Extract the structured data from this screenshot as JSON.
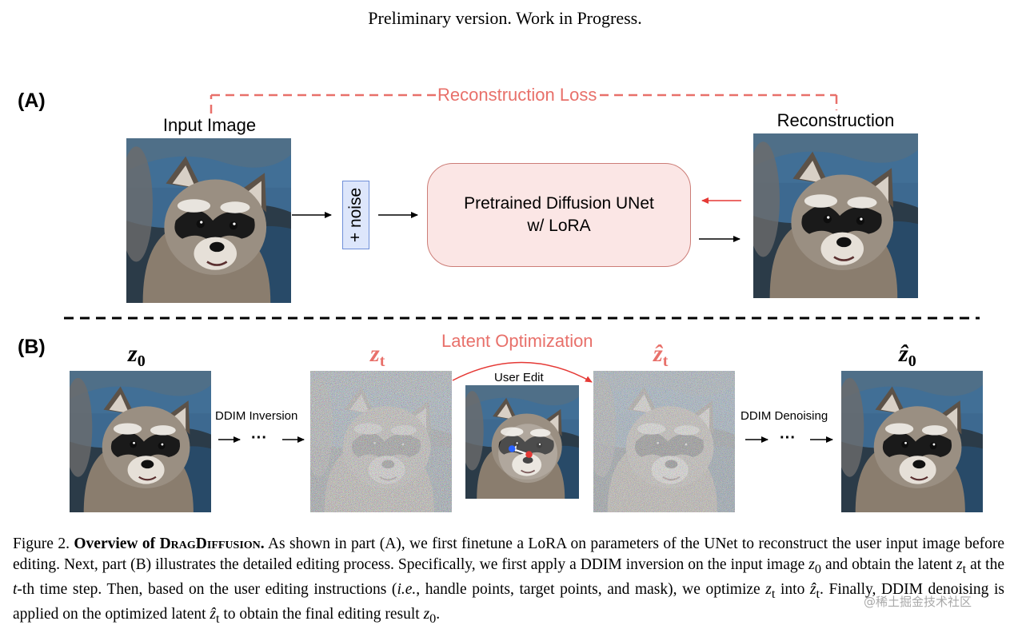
{
  "header_note": "Preliminary version. Work in Progress.",
  "part_a": {
    "label": "(A)",
    "input_label": "Input Image",
    "reconstruction_label": "Reconstruction",
    "loss_label": "Reconstruction Loss",
    "noise_label": "+ noise",
    "unet_line1": "Pretrained Diffusion UNet",
    "unet_line2": "w/ LoRA"
  },
  "part_b": {
    "label": "(B)",
    "optimization_label": "Latent Optimization",
    "user_edit_label": "User Edit",
    "inversion_label": "DDIM Inversion",
    "denoising_label": "DDIM Denoising",
    "ellipsis": "···",
    "z0_symbol": "z",
    "z0_sub": "0",
    "zt_symbol": "z",
    "zt_sub": "t",
    "zt_hat_symbol": "ẑ",
    "zt_hat_sub": "t",
    "z0_hat_symbol": "ẑ",
    "z0_hat_sub": "0"
  },
  "caption": {
    "figure_num": "Figure 2.",
    "title_bold": "Overview of",
    "title_smallcaps": "DragDiffusion",
    "title_end": ".",
    "t1": " As shown in part (A), we first finetune a LoRA on parameters of the UNet to reconstruct the user input image before editing. Next, part (B) illustrates the detailed editing process. Specifically, we first apply a DDIM inversion on the input image ",
    "z0": "z",
    "z0_sub": "0",
    "t2": " and obtain the latent ",
    "zt": "z",
    "zt_sub": "t",
    "t3": " at the ",
    "t_var": "t",
    "t4": "-th time step. Then, based on the user editing instructions (",
    "ie": "i.e.",
    "t5": ", handle points, target points, and mask), we optimize ",
    "zt2": "z",
    "zt2_sub": "t",
    "t6": " into ",
    "zhat": "ẑ",
    "zhat_sub": "t",
    "t7": ". Finally, DDIM denoising is applied on the optimized latent ",
    "zhat2": "ẑ",
    "zhat2_sub": "t",
    "t8": " to obtain the final editing result ",
    "z0b": "z",
    "z0b_sub": "0",
    "t9": "."
  },
  "watermark": "@稀土掘金技术社区",
  "colors": {
    "accent_red": "#e8706a",
    "arrow_red": "#e53935",
    "unet_fill": "#fbe6e5",
    "noise_fill": "#dde6fb"
  }
}
